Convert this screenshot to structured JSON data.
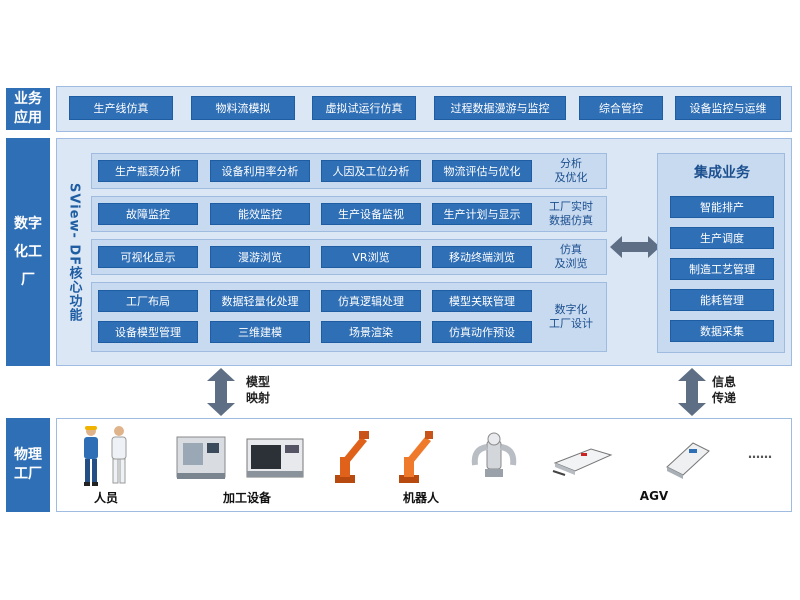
{
  "colors": {
    "primary_blue": "#2f6fb6",
    "panel_bg": "#dbe7f5",
    "band_bg": "#c8daef",
    "arrow": "#5e6f85"
  },
  "layers": {
    "business": {
      "label_line1": "业务",
      "label_line2": "应用"
    },
    "digital": {
      "label_line1": "数字",
      "label_line2": "化工",
      "label_line3": "厂"
    },
    "physical": {
      "label_line1": "物理",
      "label_line2": "工厂"
    }
  },
  "business_apps": [
    "生产线仿真",
    "物料流模拟",
    "虚拟试运行仿真",
    "过程数据漫游与监控",
    "综合管控",
    "设备监控与运维"
  ],
  "core": {
    "title": "SView- DF核心功能",
    "rows": [
      {
        "label_line1": "分析",
        "label_line2": "及优化",
        "items": [
          "生产瓶颈分析",
          "设备利用率分析",
          "人因及工位分析",
          "物流评估与优化"
        ]
      },
      {
        "label_line1": "工厂实时",
        "label_line2": "数据仿真",
        "items": [
          "故障监控",
          "能效监控",
          "生产设备监视",
          "生产计划与显示"
        ]
      },
      {
        "label_line1": "仿真",
        "label_line2": "及浏览",
        "items": [
          "可视化显示",
          "漫游浏览",
          "VR浏览",
          "移动终端浏览"
        ]
      },
      {
        "label_line1": "数字化",
        "label_line2": "工厂设计",
        "items": [
          "工厂布局",
          "数据轻量化处理",
          "仿真逻辑处理",
          "模型关联管理",
          "设备模型管理",
          "三维建模",
          "场景渲染",
          "仿真动作预设"
        ]
      }
    ]
  },
  "integration": {
    "title": "集成业务",
    "items": [
      "智能排产",
      "生产调度",
      "制造工艺管理",
      "能耗管理",
      "数据采集"
    ]
  },
  "arrows": {
    "model_mapping": {
      "line1": "模型",
      "line2": "映射"
    },
    "info_transfer": {
      "line1": "信息",
      "line2": "传递"
    }
  },
  "physical_captions": {
    "people": "人员",
    "machining": "加工设备",
    "robots": "机器人",
    "agv": "AGV",
    "more": "……"
  },
  "icons": [
    "worker-figure-icon",
    "cnc-machine-icon",
    "industrial-robot-icon",
    "dual-arm-robot-icon",
    "agv-vehicle-icon"
  ]
}
